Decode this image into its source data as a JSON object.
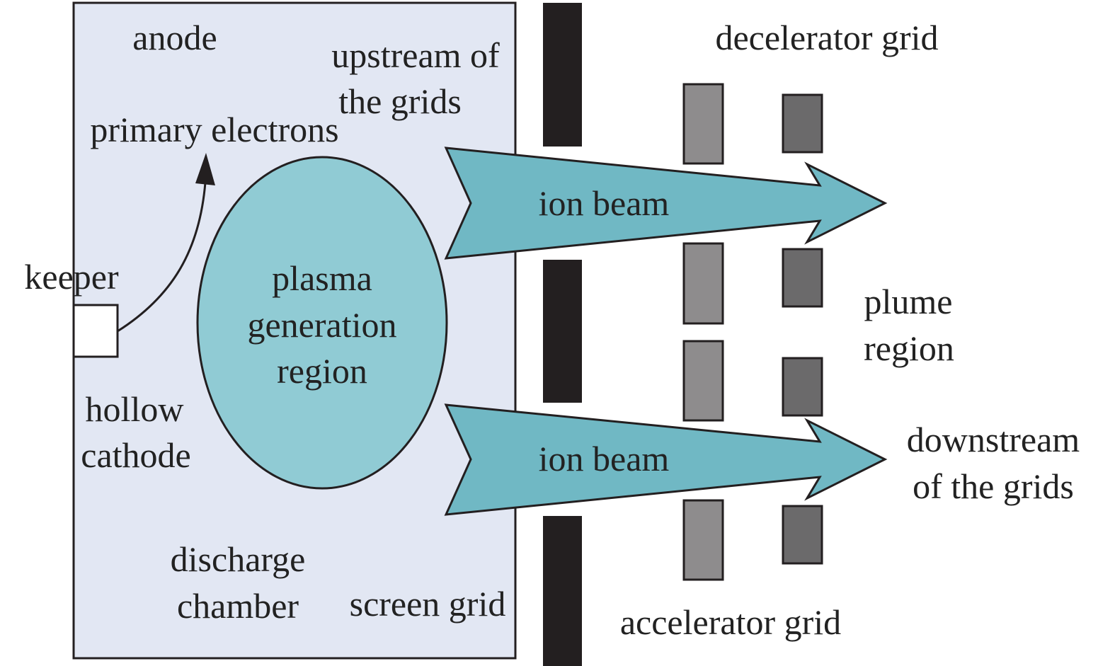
{
  "labels": {
    "anode": "anode",
    "upstream_line1": "upstream of",
    "upstream_line2": "the grids",
    "decelerator_grid": "decelerator grid",
    "primary_electrons": "primary electrons",
    "keeper": "keeper",
    "plasma_line1": "plasma",
    "plasma_line2": "generation",
    "plasma_line3": "region",
    "ion_beam_upper": "ion beam",
    "ion_beam_lower": "ion beam",
    "plume_line1": "plume",
    "plume_line2": "region",
    "hollow_line1": "hollow",
    "hollow_line2": "cathode",
    "downstream_line1": "downstream",
    "downstream_line2": "of the grids",
    "discharge_line1": "discharge",
    "discharge_line2": "chamber",
    "screen_grid": "screen grid",
    "accelerator_grid": "accelerator grid"
  },
  "colors": {
    "chamber_fill": "#e2e7f3",
    "plasma_fill": "#90cbd4",
    "ion_beam_fill": "#70b8c4",
    "screen_grid_fill": "#231f20",
    "accelerator_grid_fill": "#8e8c8d",
    "decelerator_grid_fill": "#6b6a6b",
    "outline": "#231f20",
    "text": "#222222"
  }
}
